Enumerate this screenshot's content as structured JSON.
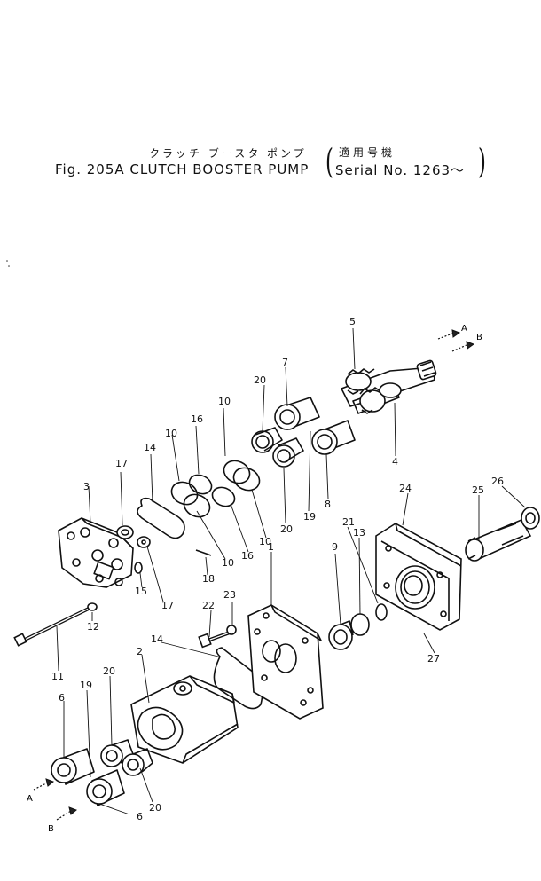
{
  "header": {
    "jp_title": "クラッチ ブースタ ポンプ",
    "jp_applicability": "適用号機",
    "title": "Fig. 205A  CLUTCH BOOSTER PUMP",
    "serial": "Serial No. 1263～"
  },
  "flow_markers": {
    "top_a": "A",
    "top_b": "B",
    "bottom_a": "A",
    "bottom_b": "B"
  },
  "callouts": {
    "c2": "2",
    "c3": "3",
    "c4": "4",
    "c5": "5",
    "c6a": "6",
    "c6b": "6",
    "c7": "7",
    "c8": "8",
    "c9": "9",
    "c10a": "10",
    "c10b": "10",
    "c10c": "10",
    "c10d": "10",
    "c11": "11",
    "c12": "12",
    "c13": "13",
    "c14a": "14",
    "c14b": "14",
    "c15": "15",
    "c16a": "16",
    "c16b": "16",
    "c17a": "17",
    "c17b": "17",
    "c18": "18",
    "c19a": "19",
    "c19b": "19",
    "c20a": "20",
    "c20b": "20",
    "c20c": "20",
    "c20d": "20",
    "c21": "21",
    "c22": "22",
    "c23": "23",
    "c24": "24",
    "c25": "25",
    "c26": "26",
    "c27": "27",
    "c1": "1"
  }
}
